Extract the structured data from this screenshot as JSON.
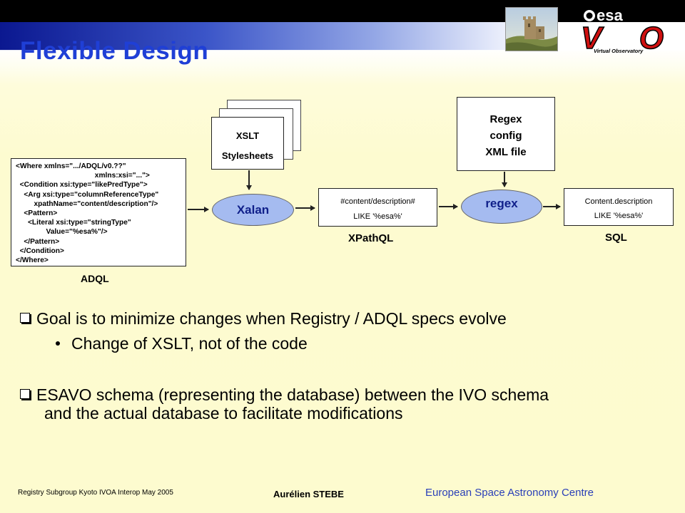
{
  "slide": {
    "title": "Flexible Design"
  },
  "logo": {
    "brand": "esa",
    "mark": "VO",
    "tagline": "Virtual Observatory"
  },
  "diagram": {
    "adql_code": [
      "<Where xmlns=\".../ADQL/v0.??\"",
      "             xmlns:xsi=\"...\">",
      "  <Condition xsi:type=\"likePredType\">",
      "    <Arg xsi:type=\"columnReferenceType\"",
      "         xpathName=\"content/description\"/>",
      "    <Pattern>",
      "      <Literal xsi:type=\"stringType\"",
      "               Value=\"%esa%\"/>",
      "    </Pattern>",
      "  </Condition>",
      "</Where>"
    ],
    "adql_label": "ADQL",
    "xslt_line1": "XSLT",
    "xslt_line2": "Stylesheets",
    "xalan_label": "Xalan",
    "xpath_line1": "#content/description#",
    "xpath_line2": "LIKE '%esa%'",
    "xpath_label": "XPathQL",
    "regex_config_line1": "Regex",
    "regex_config_line2": "config",
    "regex_config_line3": "XML file",
    "regex_label": "regex",
    "sql_line1": "Content.description",
    "sql_line2": "LIKE '%esa%'",
    "sql_label": "SQL"
  },
  "bullets": [
    {
      "text": "Goal is to minimize changes when Registry / ADQL specs evolve"
    },
    {
      "text": "Change of XSLT, not of the code"
    },
    {
      "text_line1": "ESAVO schema (representing the database) between the IVO schema",
      "text_line2": "and the actual database to facilitate modifications"
    }
  ],
  "footer": {
    "left": "Registry Subgroup Kyoto IVOA Interop May 2005",
    "center": "Aurélien STEBE",
    "right": "European Space Astronomy Centre"
  },
  "colors": {
    "title": "#1f3fd6",
    "ellipse_fill": "#a5bbf0",
    "footer_right": "#2a3fb8",
    "background": "#fdfbcf"
  }
}
